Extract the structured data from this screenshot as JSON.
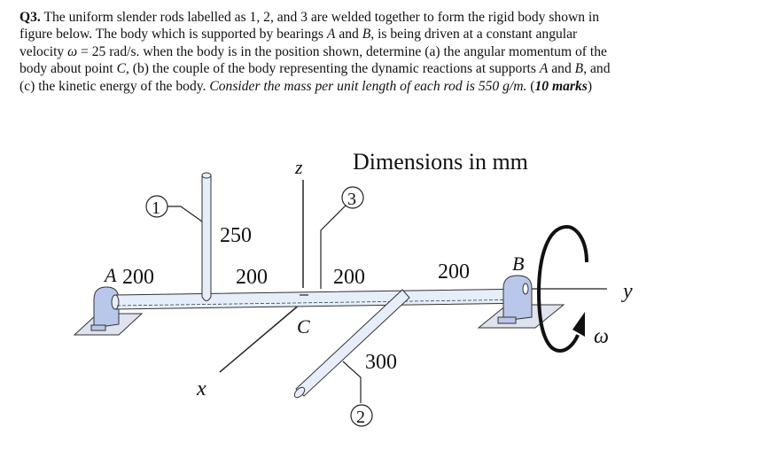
{
  "question": {
    "number": "Q3.",
    "line1": "The uniform slender rods labelled as 1, 2, and 3 are welded together to form the rigid body shown in",
    "line2_a": "figure below. The body which is supported by bearings ",
    "line2_A": "A",
    "line2_b": " and ",
    "line2_B": "B",
    "line2_c": ", is being driven at a constant angular",
    "line3_a": "velocity ",
    "line3_omega": "ω",
    "line3_b": " = 25 rad/s. when the body is in the position shown, determine (a) the angular momentum of the",
    "line4_a": "body about point ",
    "line4_C": "C",
    "line4_b": ", (b) the couple of the body representing the dynamic reactions at supports ",
    "line4_A": "A",
    "line4_c": " and ",
    "line4_B": "B",
    "line4_d": ", and",
    "line5_a": "(c) the kinetic energy of the body. ",
    "line5_italic": "Consider the mass per unit length of each rod is 550 g/m.",
    "line5_b": " (",
    "line5_marks": "10 marks",
    "line5_c": ")"
  },
  "figure": {
    "units_note": "Dimensions in mm",
    "axes": {
      "x": "x",
      "y": "y",
      "z": "z"
    },
    "points": {
      "A": "A",
      "B": "B",
      "C": "C"
    },
    "rod_labels": {
      "rod1": "1",
      "rod2": "2",
      "rod3": "3"
    },
    "dimensions": {
      "A_to_rod1": "200",
      "rod1_to_C": "200",
      "C_to_rod2": "200",
      "rod2_to_B": "200",
      "rod1_length": "250",
      "rod2_length": "300"
    },
    "omega_label": "ω",
    "colors": {
      "bearing": "#b9c7ea",
      "rod": "#e6eef9",
      "base": "#dfe3ef",
      "stroke": "#222222"
    }
  }
}
